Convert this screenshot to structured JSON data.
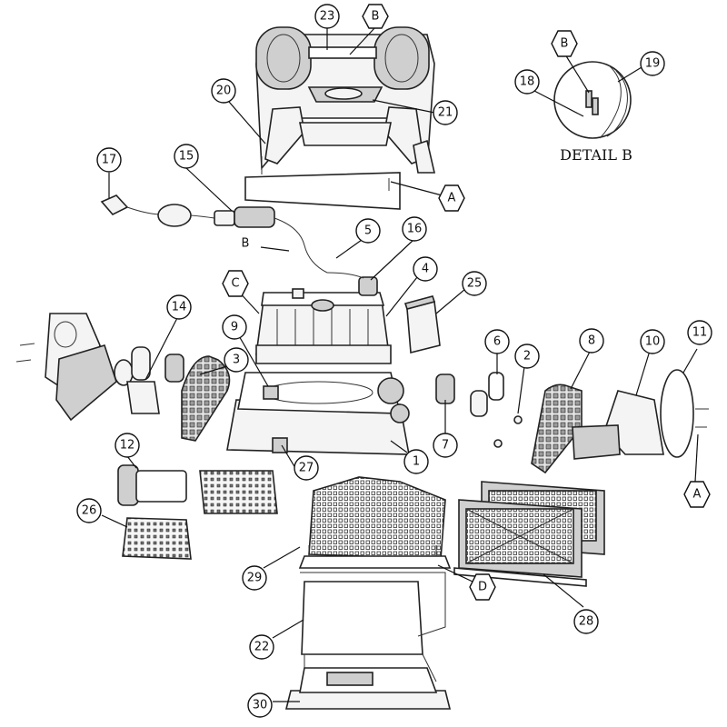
{
  "diagram": {
    "detail_caption": "DETAIL B",
    "callouts": [
      {
        "id": "23",
        "shape": "circle"
      },
      {
        "id": "B",
        "shape": "hex"
      },
      {
        "id": "20",
        "shape": "circle"
      },
      {
        "id": "21",
        "shape": "circle"
      },
      {
        "id": "17",
        "shape": "circle"
      },
      {
        "id": "15",
        "shape": "circle"
      },
      {
        "id": "A",
        "shape": "hex"
      },
      {
        "id": "B",
        "shape": "hex"
      },
      {
        "id": "5",
        "shape": "circle"
      },
      {
        "id": "16",
        "shape": "circle"
      },
      {
        "id": "4",
        "shape": "circle"
      },
      {
        "id": "25",
        "shape": "circle"
      },
      {
        "id": "C",
        "shape": "hex"
      },
      {
        "id": "14",
        "shape": "circle"
      },
      {
        "id": "9",
        "shape": "circle"
      },
      {
        "id": "3",
        "shape": "circle"
      },
      {
        "id": "6",
        "shape": "circle"
      },
      {
        "id": "2",
        "shape": "circle"
      },
      {
        "id": "8",
        "shape": "circle"
      },
      {
        "id": "10",
        "shape": "circle"
      },
      {
        "id": "11",
        "shape": "circle"
      },
      {
        "id": "7",
        "shape": "circle"
      },
      {
        "id": "1",
        "shape": "circle"
      },
      {
        "id": "12",
        "shape": "circle"
      },
      {
        "id": "27",
        "shape": "circle"
      },
      {
        "id": "26",
        "shape": "circle"
      },
      {
        "id": "A",
        "shape": "hex"
      },
      {
        "id": "29",
        "shape": "circle"
      },
      {
        "id": "D",
        "shape": "hex"
      },
      {
        "id": "28",
        "shape": "circle"
      },
      {
        "id": "22",
        "shape": "circle"
      },
      {
        "id": "30",
        "shape": "circle"
      },
      {
        "id": "B",
        "shape": "hex"
      },
      {
        "id": "19",
        "shape": "circle"
      },
      {
        "id": "18",
        "shape": "circle"
      }
    ]
  }
}
